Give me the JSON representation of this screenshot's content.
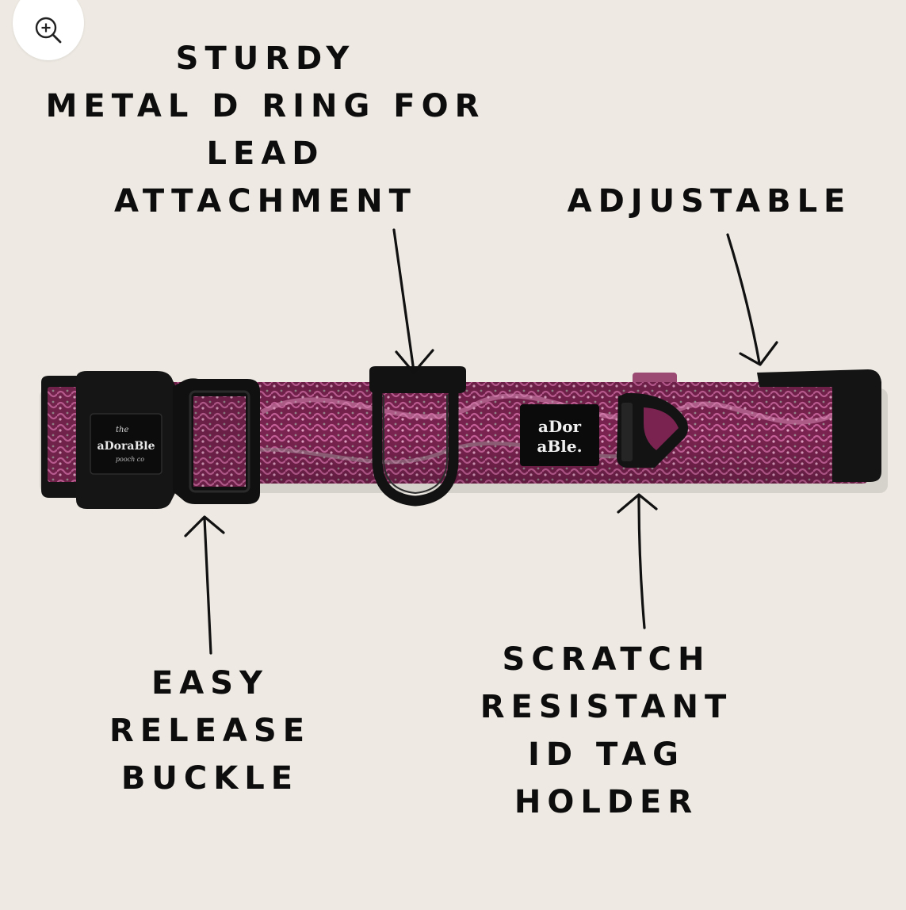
{
  "zoom": {
    "icon": "zoom-in-icon"
  },
  "callouts": {
    "d_ring": {
      "lines": [
        "STURDY",
        "METAL D RING FOR",
        "LEAD",
        "ATTACHMENT"
      ]
    },
    "adjustable": {
      "lines": [
        "ADJUSTABLE"
      ]
    },
    "buckle": {
      "lines": [
        "EASY",
        "RELEASE",
        "BUCKLE"
      ]
    },
    "tag_holder": {
      "lines": [
        "SCRATCH",
        "RESISTANT",
        "ID TAG",
        "HOLDER"
      ]
    }
  },
  "collar": {
    "buckle_logo": [
      "the",
      "aDoraBle",
      "pooch co"
    ],
    "brand_patch": [
      "aDor",
      "aBle."
    ]
  },
  "colors": {
    "background": "#eeeae3",
    "webbing": "#7a2350",
    "webbing_highlight": "#c8629b",
    "hardware": "#141414",
    "text": "#0d0d0d"
  }
}
